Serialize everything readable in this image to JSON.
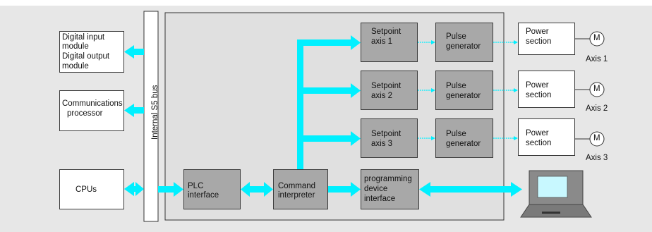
{
  "bus": {
    "label": "Internal S5 bus"
  },
  "left_modules": {
    "digital_io": {
      "line1": "Digital input",
      "line2": "module",
      "line3": "Digital output",
      "line4": "module"
    },
    "comms": {
      "line1": "Communications",
      "line2": "processor"
    },
    "cpus": {
      "label": "CPUs"
    }
  },
  "core": {
    "plc": {
      "line1": "PLC",
      "line2": "interface"
    },
    "command": {
      "line1": "Command",
      "line2": "interpreter"
    },
    "pg_interface": {
      "line1": "programming",
      "line2": "device",
      "line3": "interface"
    }
  },
  "axes": [
    {
      "setpoint1": "Setpoint",
      "setpoint2": "axis 1",
      "pulse1": "Pulse",
      "pulse2": "generator",
      "power1": "Power",
      "power2": "section",
      "motor": "M",
      "axis_label": "Axis 1"
    },
    {
      "setpoint1": "Setpoint",
      "setpoint2": "axis 2",
      "pulse1": "Pulse",
      "pulse2": "generator",
      "power1": "Power",
      "power2": "section",
      "motor": "M",
      "axis_label": "Axis 2"
    },
    {
      "setpoint1": "Setpoint",
      "setpoint2": "axis 3",
      "pulse1": "Pulse",
      "pulse2": "generator",
      "power1": "Power",
      "power2": "section",
      "motor": "M",
      "axis_label": "Axis 3"
    }
  ],
  "colors": {
    "background": "#e7e7e7",
    "highlight_box": "#a8a8a8",
    "connector": "#00f0ff",
    "screen": "#c8f8ff",
    "laptop": "#7a7a7a"
  },
  "icons": {
    "laptop": "laptop-icon",
    "motor": "motor-icon"
  }
}
